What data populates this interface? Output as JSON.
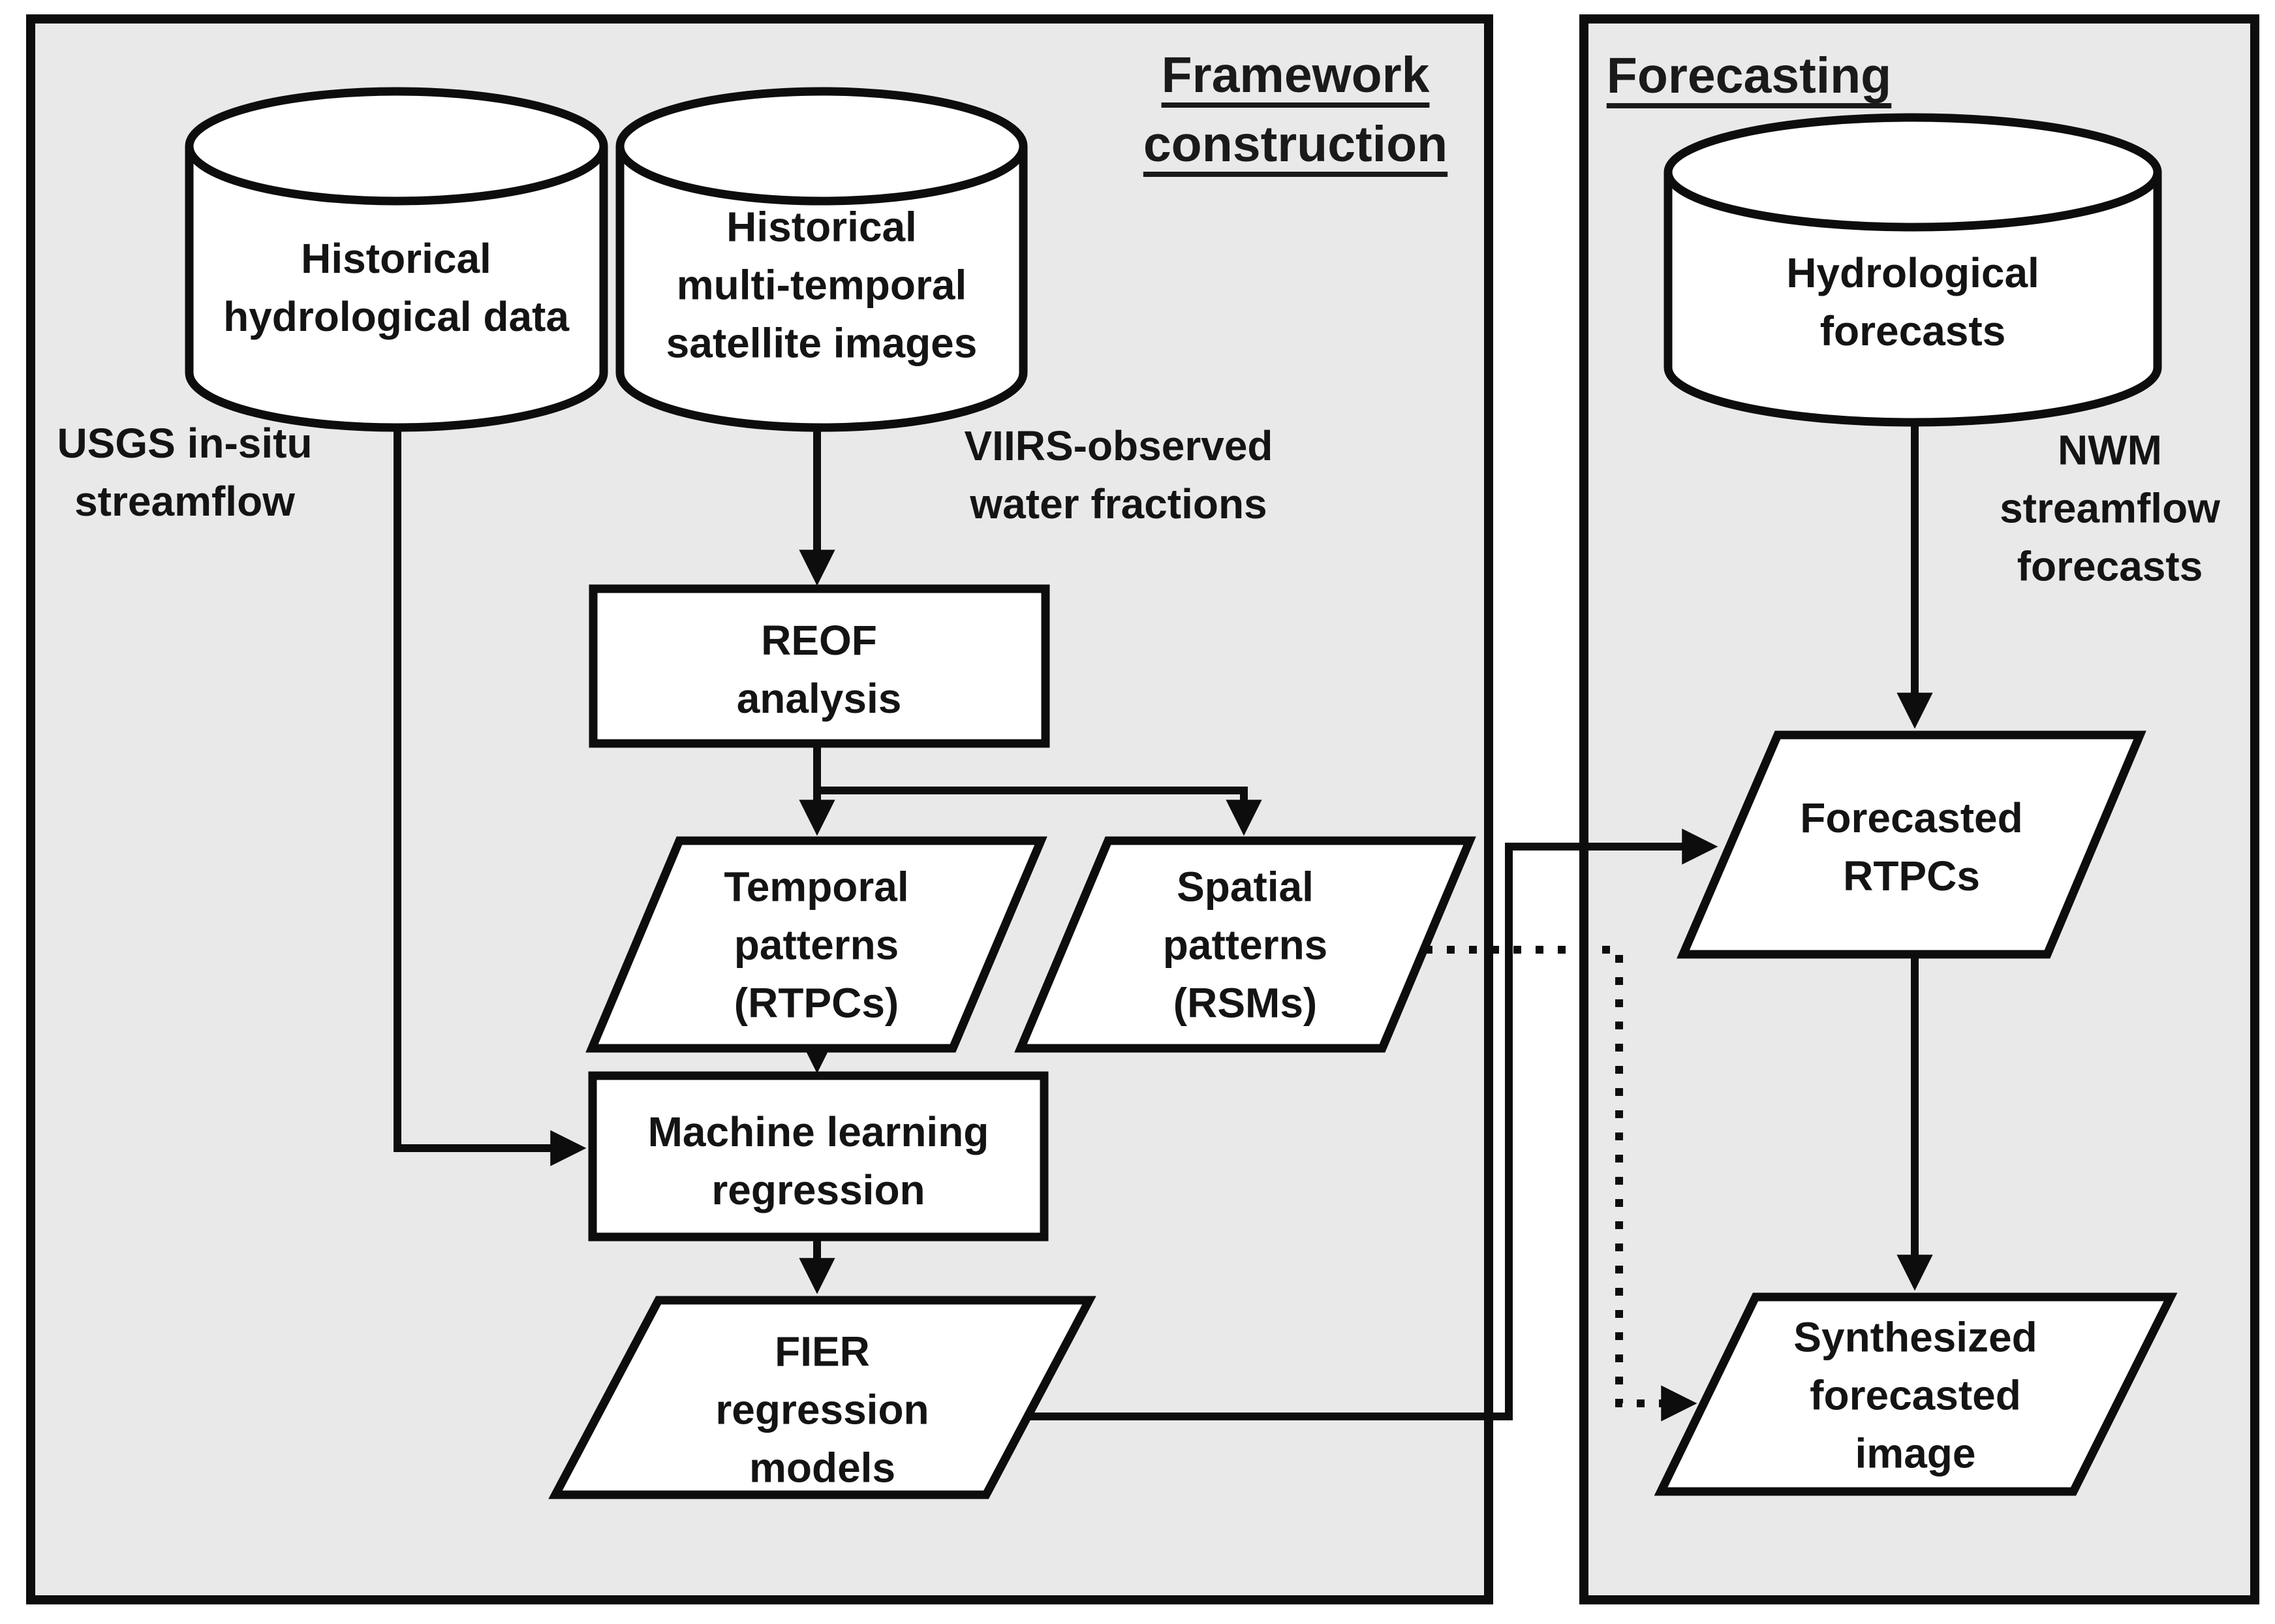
{
  "figure": {
    "type": "flowchart",
    "colors": {
      "background": "#ffffff",
      "panel_fill": "#e9e9e9",
      "shape_fill": "#ffffff",
      "stroke": "#0d0d0d",
      "text": "#141414"
    },
    "panels": {
      "framework": {
        "title_line1": "Framework",
        "title_line2": "construction"
      },
      "forecasting": {
        "title": "Forecasting"
      }
    },
    "nodes": {
      "historical_hydrological_data": {
        "shape": "cylinder",
        "lines": [
          "Historical",
          "hydrological data"
        ]
      },
      "historical_satellite_images": {
        "shape": "cylinder",
        "lines": [
          "Historical",
          "multi-temporal",
          "satellite images"
        ]
      },
      "reof_analysis": {
        "shape": "process",
        "lines": [
          "REOF",
          "analysis"
        ]
      },
      "temporal_patterns": {
        "shape": "parallelogram",
        "lines": [
          "Temporal",
          "patterns",
          "(RTPCs)"
        ]
      },
      "spatial_patterns": {
        "shape": "parallelogram",
        "lines": [
          "Spatial",
          "patterns",
          "(RSMs)"
        ]
      },
      "machine_learning_regression": {
        "shape": "process",
        "lines": [
          "Machine learning",
          "regression"
        ]
      },
      "fier_regression_models": {
        "shape": "parallelogram",
        "lines": [
          "FIER",
          "regression",
          "models"
        ]
      },
      "hydrological_forecasts": {
        "shape": "cylinder",
        "lines": [
          "Hydrological",
          "forecasts"
        ]
      },
      "forecasted_rtpcs": {
        "shape": "parallelogram",
        "lines": [
          "Forecasted",
          "RTPCs"
        ]
      },
      "synthesized_forecasted_image": {
        "shape": "parallelogram",
        "lines": [
          "Synthesized",
          "forecasted",
          "image"
        ]
      }
    },
    "annotations": {
      "usgs": {
        "lines": [
          "USGS in-situ",
          "streamflow"
        ]
      },
      "viirs": {
        "lines": [
          "VIIRS-observed",
          "water fractions"
        ]
      },
      "nwm": {
        "lines": [
          "NWM",
          "streamflow",
          "forecasts"
        ]
      }
    },
    "edges": [
      {
        "from": "historical_satellite_images",
        "to": "reof_analysis",
        "style": "solid"
      },
      {
        "from": "reof_analysis",
        "to": "temporal_patterns",
        "style": "solid"
      },
      {
        "from": "reof_analysis",
        "to": "spatial_patterns",
        "style": "solid"
      },
      {
        "from": "historical_hydrological_data",
        "to": "machine_learning_regression",
        "style": "solid"
      },
      {
        "from": "temporal_patterns",
        "to": "machine_learning_regression",
        "style": "solid"
      },
      {
        "from": "machine_learning_regression",
        "to": "fier_regression_models",
        "style": "solid"
      },
      {
        "from": "fier_regression_models",
        "to": "forecasted_rtpcs",
        "style": "solid"
      },
      {
        "from": "hydrological_forecasts",
        "to": "forecasted_rtpcs",
        "style": "solid"
      },
      {
        "from": "forecasted_rtpcs",
        "to": "synthesized_forecasted_image",
        "style": "solid"
      },
      {
        "from": "spatial_patterns",
        "to": "synthesized_forecasted_image",
        "style": "dotted"
      }
    ]
  }
}
